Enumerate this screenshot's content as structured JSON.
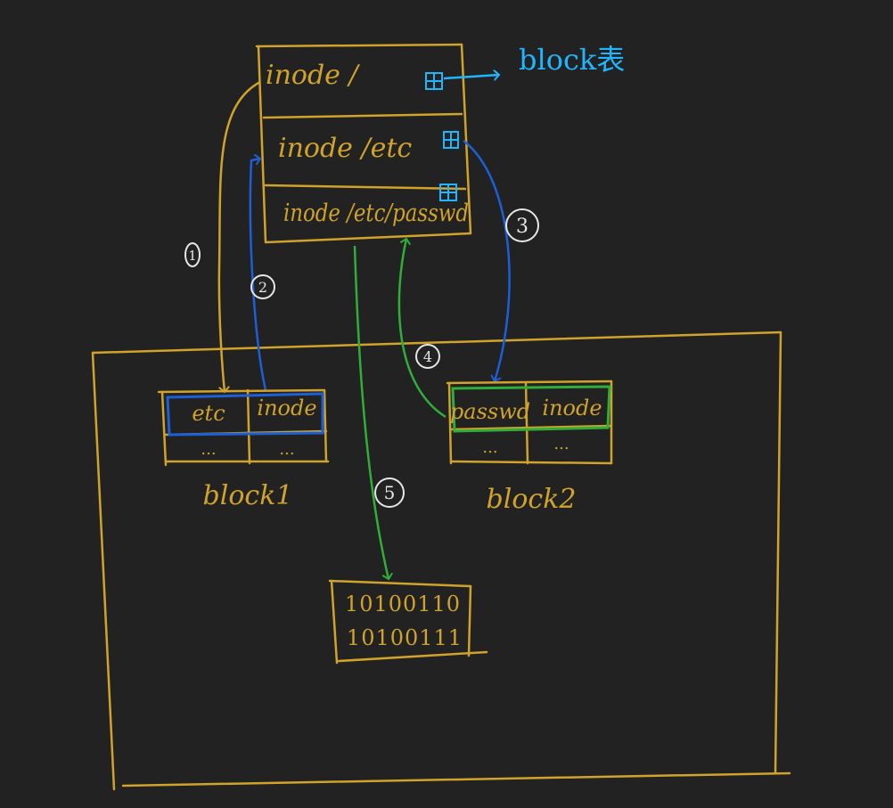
{
  "colors": {
    "background": "#222222",
    "gold": "#d0a32a",
    "blue": "#1d5fd6",
    "cyan": "#1fb6ff",
    "green": "#2fae3a",
    "white": "#e6e6e6"
  },
  "inode_table": {
    "rows": [
      {
        "label": "inode /"
      },
      {
        "label": "inode /etc"
      },
      {
        "label": "inode /etc/passwd"
      }
    ],
    "block_table_label": "block表"
  },
  "block1": {
    "name": "block1",
    "headers": [
      "etc",
      "inode"
    ],
    "rows": [
      [
        "...",
        "..."
      ]
    ]
  },
  "block2": {
    "name": "block2",
    "headers": [
      "passwd",
      "inode"
    ],
    "rows": [
      [
        "...",
        "..."
      ]
    ]
  },
  "data_block": {
    "lines": [
      "10100110",
      "10100111"
    ]
  },
  "steps": [
    "1",
    "2",
    "3",
    "4",
    "5"
  ]
}
